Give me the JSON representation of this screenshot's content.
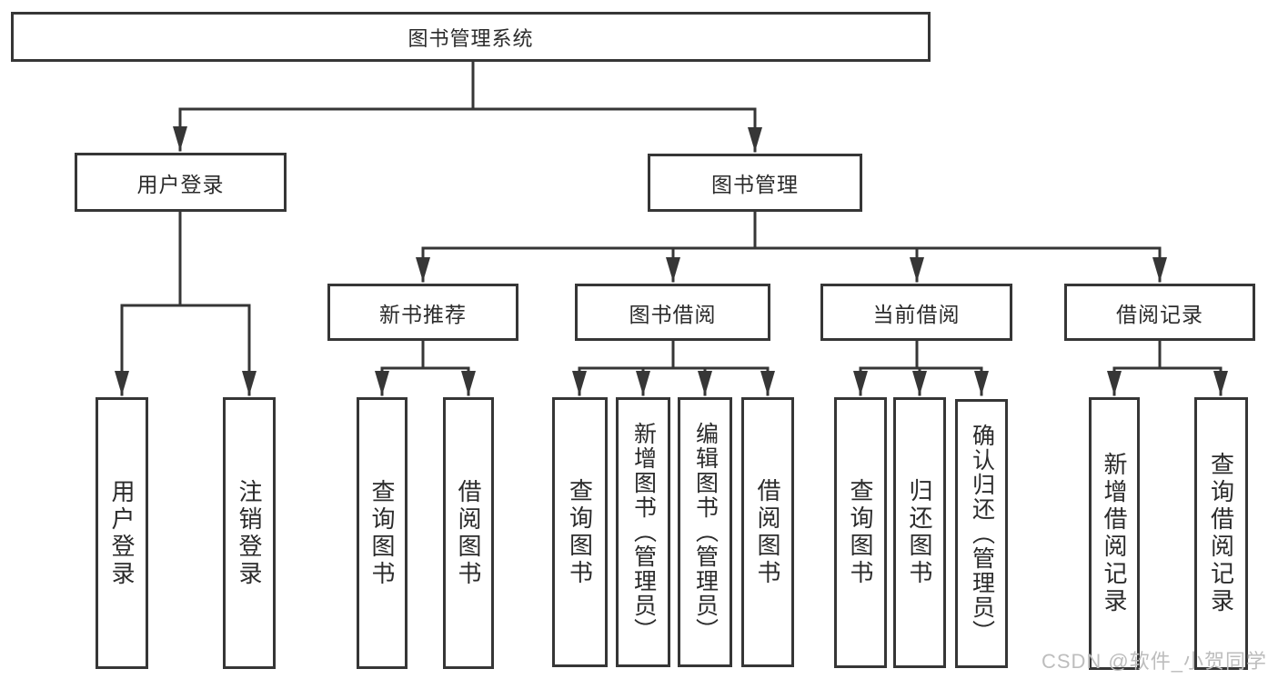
{
  "diagram_title": "图书管理系统",
  "nodes": {
    "root": {
      "label": "图书管理系统"
    },
    "user_login": {
      "label": "用户登录"
    },
    "book_mgmt": {
      "label": "图书管理"
    },
    "login": {
      "label": "用户登录"
    },
    "logout": {
      "label": "注销登录"
    },
    "rec": {
      "label": "新书推荐"
    },
    "borrow": {
      "label": "图书借阅"
    },
    "current": {
      "label": "当前借阅"
    },
    "records": {
      "label": "借阅记录"
    },
    "rec_query": {
      "label": "查询图书"
    },
    "rec_borrow": {
      "label": "借阅图书"
    },
    "b_query": {
      "label": "查询图书"
    },
    "b_add": {
      "label": "新增图书（管理员）"
    },
    "b_edit": {
      "label": "编辑图书（管理员）"
    },
    "b_borrow": {
      "label": "借阅图书"
    },
    "c_query": {
      "label": "查询图书"
    },
    "c_return": {
      "label": "归还图书"
    },
    "c_confirm": {
      "label": "确认归还（管理员）"
    },
    "r_add": {
      "label": "新增借阅记录"
    },
    "r_query": {
      "label": "查询借阅记录"
    }
  },
  "watermark": {
    "text": "CSDN @软件_小贺同学"
  },
  "colors": {
    "line": "#363636",
    "text": "#2b2b2b",
    "watermark": "#bdbdbd",
    "background": "#ffffff"
  }
}
